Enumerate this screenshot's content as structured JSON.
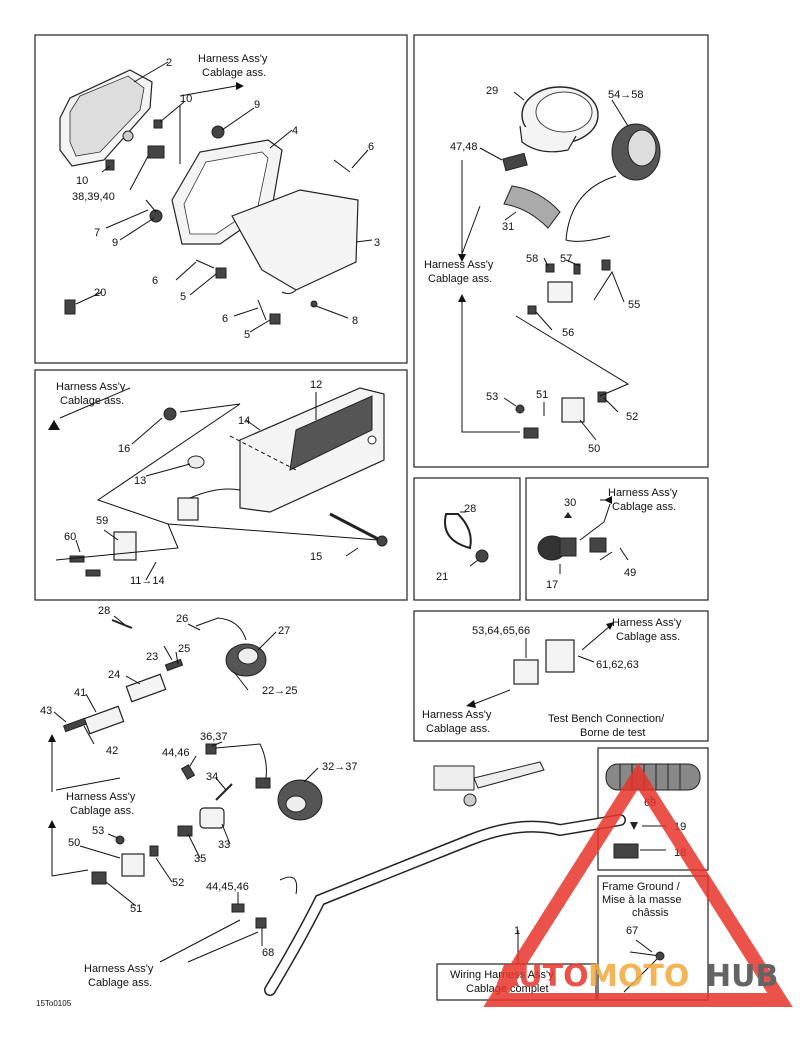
{
  "harness_en": "Harness Ass'y",
  "harness_fr": "Cablage ass.",
  "labels": {
    "p2": "2",
    "p10a": "10",
    "p9a": "9",
    "p4": "4",
    "p6a": "6",
    "p10b": "10",
    "p383940": "38,39,40",
    "p7": "7",
    "p9b": "9",
    "p3": "3",
    "p6b": "6",
    "p5a": "5",
    "p20": "20",
    "p6c": "6",
    "p8": "8",
    "p5b": "5",
    "p29": "29",
    "p5458": "54→58",
    "p4748": "47,48",
    "p31": "31",
    "p58": "58",
    "p57": "57",
    "p55": "55",
    "p56": "56",
    "p53a": "53",
    "p51a": "51",
    "p52a": "52",
    "p50a": "50",
    "p12": "12",
    "p14": "14",
    "p16": "16",
    "p13": "13",
    "p60": "60",
    "p59": "59",
    "p1114": "11→14",
    "p15": "15",
    "p28a": "28",
    "p21": "21",
    "p30": "30",
    "p17": "17",
    "p49": "49",
    "p53646566": "53,64,65,66",
    "p616263": "61,62,63",
    "p28b": "28",
    "p26": "26",
    "p27": "27",
    "p23": "23",
    "p25": "25",
    "p24": "24",
    "p2225": "22→25",
    "p41": "41",
    "p43": "43",
    "p42": "42",
    "p3637": "36,37",
    "p4446a": "44,46",
    "p34": "34",
    "p3237": "32→37",
    "p53b": "53",
    "p50b": "50",
    "p35": "35",
    "p33": "33",
    "p52b": "52",
    "p51b": "51",
    "p444546": "44,45,46",
    "p68": "68",
    "p1": "1",
    "p69": "69",
    "p19": "19",
    "p18": "18",
    "p67": "67"
  },
  "test_bench_en": "Test Bench Connection/",
  "test_bench_fr": "Borne de test",
  "frame_ground_en": "Frame Ground /",
  "frame_ground_fr1": "Mise à la masse",
  "frame_ground_fr2": "châssis",
  "wiring_en": "Wiring Harness Ass'y",
  "wiring_fr": "Cablage complet",
  "diagram_code": "15To0105",
  "watermark": {
    "part1": "AUTO",
    "part2": "MOTO",
    "part3": "HUB",
    "color_red": "#e8342a",
    "color_orange": "#f2a93b",
    "color_dark": "#4a4a4a"
  }
}
